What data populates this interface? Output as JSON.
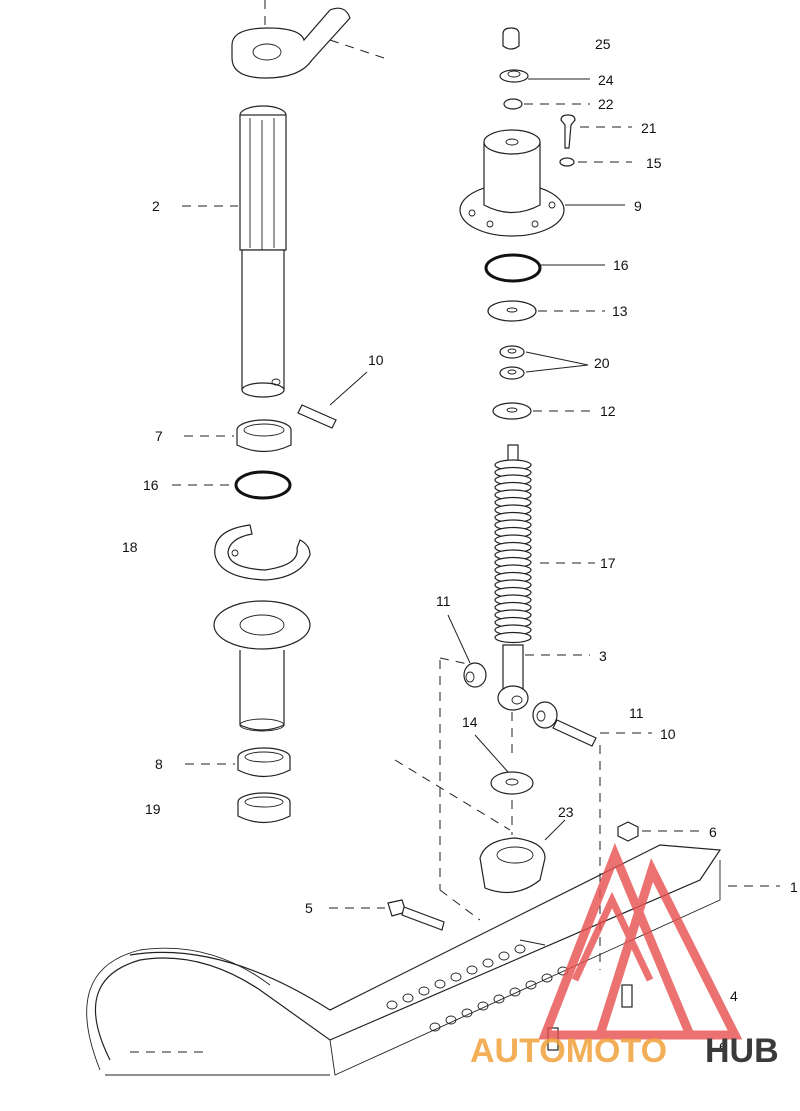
{
  "callouts": [
    {
      "id": "c25",
      "text": "25"
    },
    {
      "id": "c24",
      "text": "24"
    },
    {
      "id": "c22",
      "text": "22"
    },
    {
      "id": "c21",
      "text": "21"
    },
    {
      "id": "c15",
      "text": "15"
    },
    {
      "id": "c9",
      "text": "9"
    },
    {
      "id": "c16r",
      "text": "16"
    },
    {
      "id": "c13",
      "text": "13"
    },
    {
      "id": "c20",
      "text": "20"
    },
    {
      "id": "c12",
      "text": "12"
    },
    {
      "id": "c17",
      "text": "17"
    },
    {
      "id": "c3",
      "text": "3"
    },
    {
      "id": "c11a",
      "text": "11"
    },
    {
      "id": "c11b",
      "text": "11"
    },
    {
      "id": "c10r",
      "text": "10"
    },
    {
      "id": "c14",
      "text": "14"
    },
    {
      "id": "c23",
      "text": "23"
    },
    {
      "id": "c6a",
      "text": "6"
    },
    {
      "id": "c1",
      "text": "1"
    },
    {
      "id": "c4",
      "text": "4"
    },
    {
      "id": "c6b",
      "text": "6"
    },
    {
      "id": "c5",
      "text": "5"
    },
    {
      "id": "c2",
      "text": "2"
    },
    {
      "id": "c10l",
      "text": "10"
    },
    {
      "id": "c7",
      "text": "7"
    },
    {
      "id": "c16l",
      "text": "16"
    },
    {
      "id": "c18",
      "text": "18"
    },
    {
      "id": "c8",
      "text": "8"
    },
    {
      "id": "c19",
      "text": "19"
    }
  ],
  "watermark": {
    "word_a": "AUTOMOTO",
    "word_b": "HUB",
    "color_a": "#f2a23a",
    "color_b": "#3a3a3a",
    "logo_color": "#e85050"
  }
}
